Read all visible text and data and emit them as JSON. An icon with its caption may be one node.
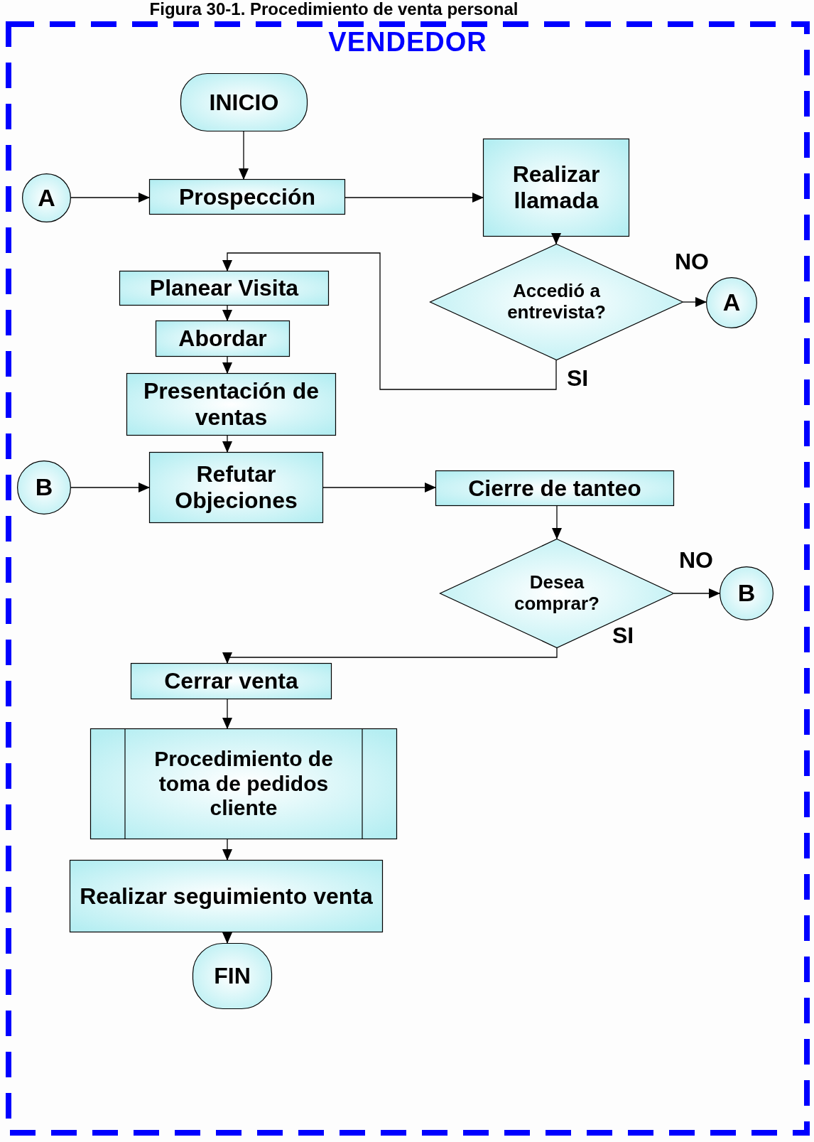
{
  "diagram": {
    "title": "Figura 30-1. Procedimiento de venta personal",
    "nodes": [
      {
        "text": [
          "VENDEDOR"
        ]
      },
      {
        "text": [
          "INICIO"
        ],
        "in": 0
      },
      {
        "text": [
          "A"
        ],
        "in": 0
      },
      {
        "text": [
          "Prospección"
        ],
        "in": 0
      },
      {
        "text": [
          "Realizar llamada"
        ],
        "in": 0
      },
      {
        "text": [
          "Planear Visita"
        ],
        "in": 0
      },
      {
        "text": [
          "Accedió a entrevista?"
        ],
        "in": 0
      },
      {
        "text": [
          "A"
        ],
        "in": 0
      },
      {
        "text": [
          "Abordar"
        ],
        "in": 0
      },
      {
        "text": [
          "Presentación de ventas"
        ],
        "in": 0
      },
      {
        "text": [
          "B"
        ],
        "in": 0
      },
      {
        "text": [
          "Refutar Objeciones"
        ],
        "in": 0
      },
      {
        "text": [
          "Cierre de tanteo"
        ],
        "in": 0
      },
      {
        "text": [
          "Desea comprar?"
        ],
        "in": 0
      },
      {
        "text": [
          "B"
        ],
        "in": 0
      },
      {
        "text": [
          "Cerrar venta"
        ],
        "in": 0
      },
      {
        "text": [
          "Procedimiento de toma de pedidos cliente"
        ],
        "in": 0
      },
      {
        "text": [
          "Realizar seguimiento venta"
        ],
        "in": 0
      },
      {
        "text": [
          "FIN"
        ],
        "in": 0
      }
    ],
    "edges": [
      {
        "from": 1,
        "to": 3,
        "arrow": "to"
      },
      {
        "from": 2,
        "to": 3,
        "arrow": "to"
      },
      {
        "from": 3,
        "to": 4,
        "arrow": "to"
      },
      {
        "from": 4,
        "to": 6,
        "arrow": "to"
      },
      {
        "from": 6,
        "to": 7,
        "arrow": "to",
        "label": "NO"
      },
      {
        "from": 6,
        "to": 5,
        "arrow": "to",
        "label": "SI"
      },
      {
        "from": 5,
        "to": 8,
        "arrow": "to"
      },
      {
        "from": 8,
        "to": 9,
        "arrow": "to"
      },
      {
        "from": 9,
        "to": 11,
        "arrow": "to"
      },
      {
        "from": 10,
        "to": 11,
        "arrow": "to"
      },
      {
        "from": 11,
        "to": 12,
        "arrow": "to"
      },
      {
        "from": 12,
        "to": 13,
        "arrow": "to"
      },
      {
        "from": 13,
        "to": 14,
        "arrow": "to",
        "label": "NO"
      },
      {
        "from": 13,
        "to": 15,
        "arrow": "to",
        "label": "SI"
      },
      {
        "from": 15,
        "to": 16,
        "arrow": "to"
      },
      {
        "from": 16,
        "to": 17,
        "arrow": "to"
      },
      {
        "from": 17,
        "to": 18,
        "arrow": "to"
      }
    ]
  }
}
